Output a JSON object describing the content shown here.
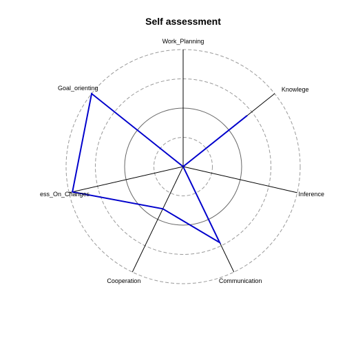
{
  "chart_data": {
    "type": "radar",
    "title": "Self assessment",
    "axes": [
      "Work_Planning",
      "Knowlege",
      "Inference",
      "Communication",
      "Cooperation",
      "ess_On_Changes",
      "Goal_orienting"
    ],
    "rlim": [
      0,
      1
    ],
    "grid_levels": [
      0.25,
      0.5,
      0.75,
      1.0
    ],
    "grid": true,
    "series": [
      {
        "values": [
          0.0,
          0.7,
          0.0,
          0.72,
          0.4,
          0.97,
          1.0
        ],
        "color": "#0000cc"
      }
    ]
  },
  "colors": {
    "series": "#0000cc",
    "axis": "#000000",
    "grid_dashed": "#999999",
    "grid_solid": "#666666"
  }
}
